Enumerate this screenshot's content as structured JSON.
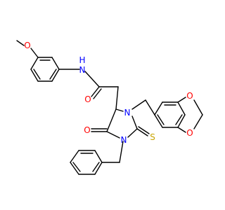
{
  "molecule": {
    "atom_labels": {
      "methoxy_O": "O",
      "amide_NH": "N",
      "amide_H": "H",
      "amide_O": "O",
      "ring_N_top": "N",
      "ring_N_bottom": "N",
      "carbonyl_O": "O",
      "thione_S": "S",
      "dioxole_O_upper": "O",
      "dioxole_O_lower": "O"
    },
    "colors": {
      "bond": "#000000",
      "oxygen": "#ff0000",
      "nitrogen": "#0000ff",
      "sulfur": "#c8a400"
    }
  }
}
